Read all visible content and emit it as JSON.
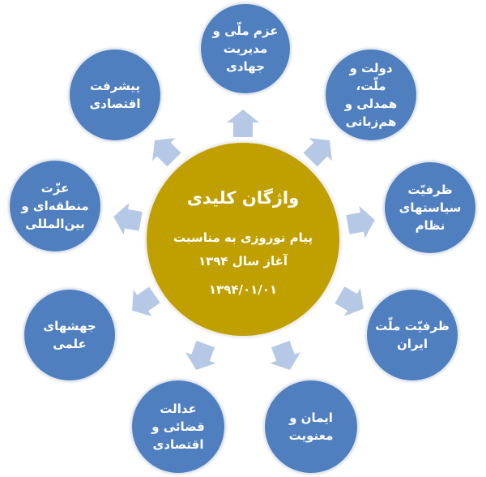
{
  "colors": {
    "center_fill": "#c0a000",
    "node_fill": "#4f7fbf",
    "arrow_fill": "#b5c9e6",
    "text": "#ffffff"
  },
  "center": {
    "title": "واژگان کلیدی",
    "subtitle_line1": "پیام نوروزی به مناسبت",
    "subtitle_line2": "آغاز سال ۱۳۹۴",
    "date": "۱۳۹۴/۰۱/۰۱"
  },
  "nodes": [
    {
      "position": "top",
      "label": "عزم ملّی و\nمدیریت\nجهادی"
    },
    {
      "position": "top-right",
      "label": "دولت و\nملّت،\nهمدلی و\nهم‌زبانی"
    },
    {
      "position": "right",
      "label": "ظرفیّت\nسیاستهای\nنظام"
    },
    {
      "position": "bottom-right",
      "label": "ظرفیّت ملّت\nایران"
    },
    {
      "position": "bottom-right-lower",
      "label": "ایمان و\nمعنویت"
    },
    {
      "position": "bottom-left-lower",
      "label": "عدالت\nقضائی و\nاقتصادی"
    },
    {
      "position": "bottom-left",
      "label": "جهشهای\nعلمی"
    },
    {
      "position": "left",
      "label": "عزّت\nمنطقه‌ای و\nبین‌المللی"
    },
    {
      "position": "top-left",
      "label": "پیشرفت\nاقتصادی"
    }
  ],
  "arrows": [
    {
      "target": "top",
      "icon": "arrow-up-icon"
    },
    {
      "target": "top-right",
      "icon": "arrow-up-right-icon"
    },
    {
      "target": "right",
      "icon": "arrow-right-icon"
    },
    {
      "target": "bottom-right",
      "icon": "arrow-down-right-icon"
    },
    {
      "target": "bottom-right-lower",
      "icon": "arrow-down-icon"
    },
    {
      "target": "bottom-left-lower",
      "icon": "arrow-down-icon"
    },
    {
      "target": "bottom-left",
      "icon": "arrow-down-left-icon"
    },
    {
      "target": "left",
      "icon": "arrow-left-icon"
    },
    {
      "target": "top-left",
      "icon": "arrow-up-left-icon"
    }
  ]
}
